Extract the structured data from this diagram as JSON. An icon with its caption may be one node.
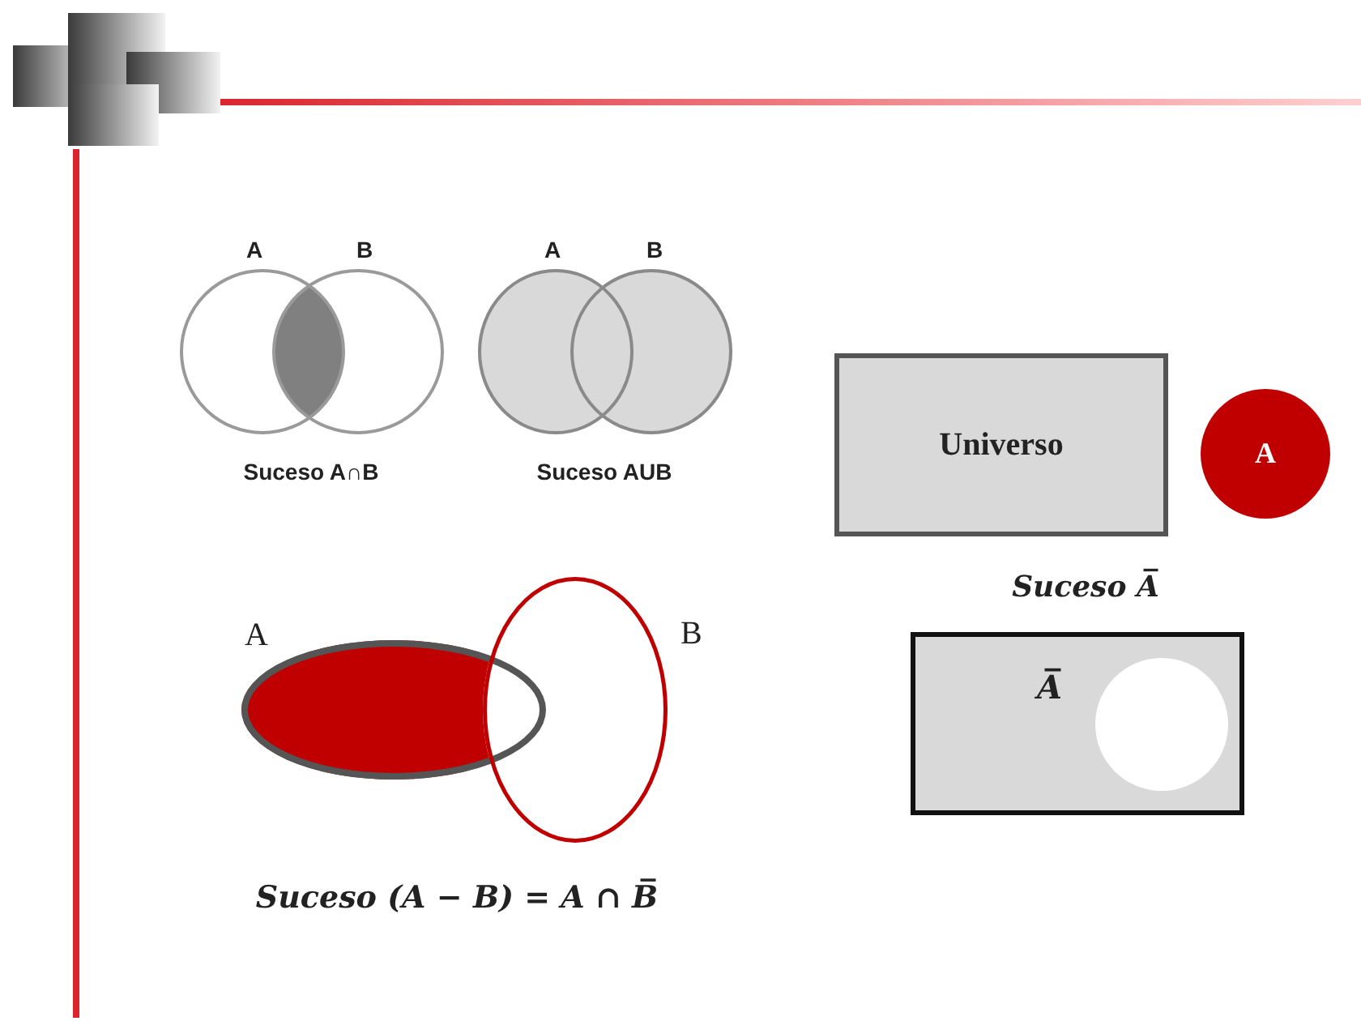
{
  "diagram": {
    "nodes": [
      {
        "text": [
          "A"
        ]
      },
      {
        "text": [
          "B"
        ]
      },
      {
        "text": [
          "A"
        ]
      },
      {
        "text": [
          "B"
        ]
      },
      {
        "text": [
          "Universo"
        ]
      },
      {
        "text": [
          "A"
        ]
      },
      {
        "text": [
          "A"
        ]
      },
      {
        "text": [
          "B"
        ]
      },
      {
        "text": [
          "A̅"
        ]
      },
      {
        "text": [],
        "shape": "circle",
        "in": 8
      }
    ],
    "edges": [],
    "labels": [
      "Suceso A∩B",
      "Suceso AUB",
      "Suceso A̅",
      "Suceso (A − B) = A ∩ B̅"
    ]
  }
}
